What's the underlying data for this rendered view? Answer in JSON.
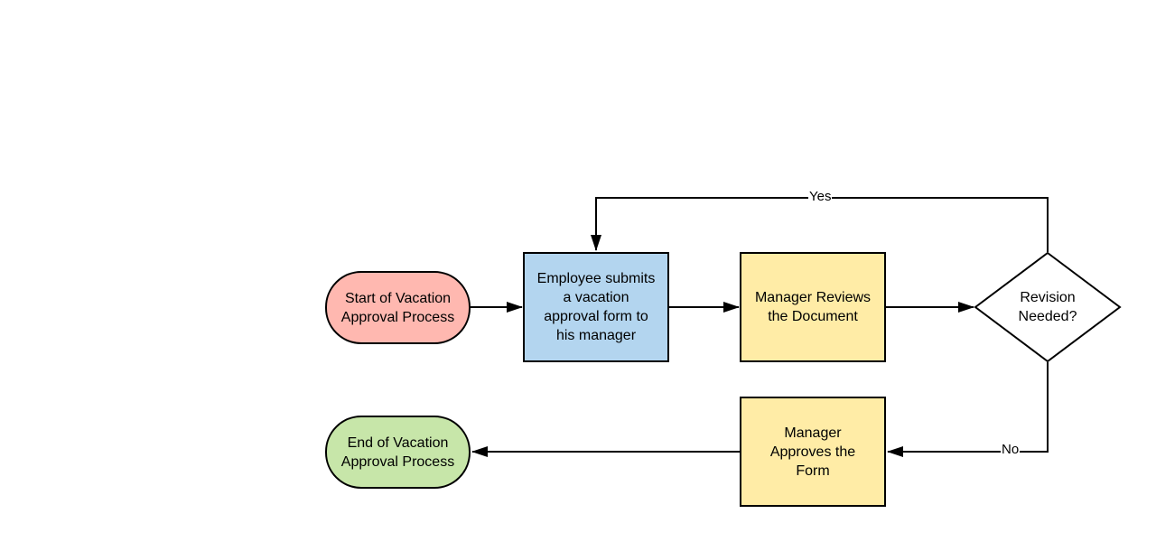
{
  "colors": {
    "start_fill": "#ffb8b0",
    "process_fill": "#b3d5ef",
    "review_fill": "#ffeca6",
    "end_fill": "#c7e6a9",
    "stroke": "#000000"
  },
  "nodes": {
    "start": {
      "text": "Start of Vacation\nApproval Process"
    },
    "employee": {
      "text": "Employee submits\na vacation\napproval form to\nhis manager"
    },
    "review": {
      "text": "Manager Reviews\nthe Document"
    },
    "decision": {
      "text": "Revision\nNeeded?"
    },
    "approve": {
      "text": "Manager\nApproves the\nForm"
    },
    "end": {
      "text": "End of Vacation\nApproval Process"
    }
  },
  "edges": {
    "yes_label": "Yes",
    "no_label": "No"
  }
}
